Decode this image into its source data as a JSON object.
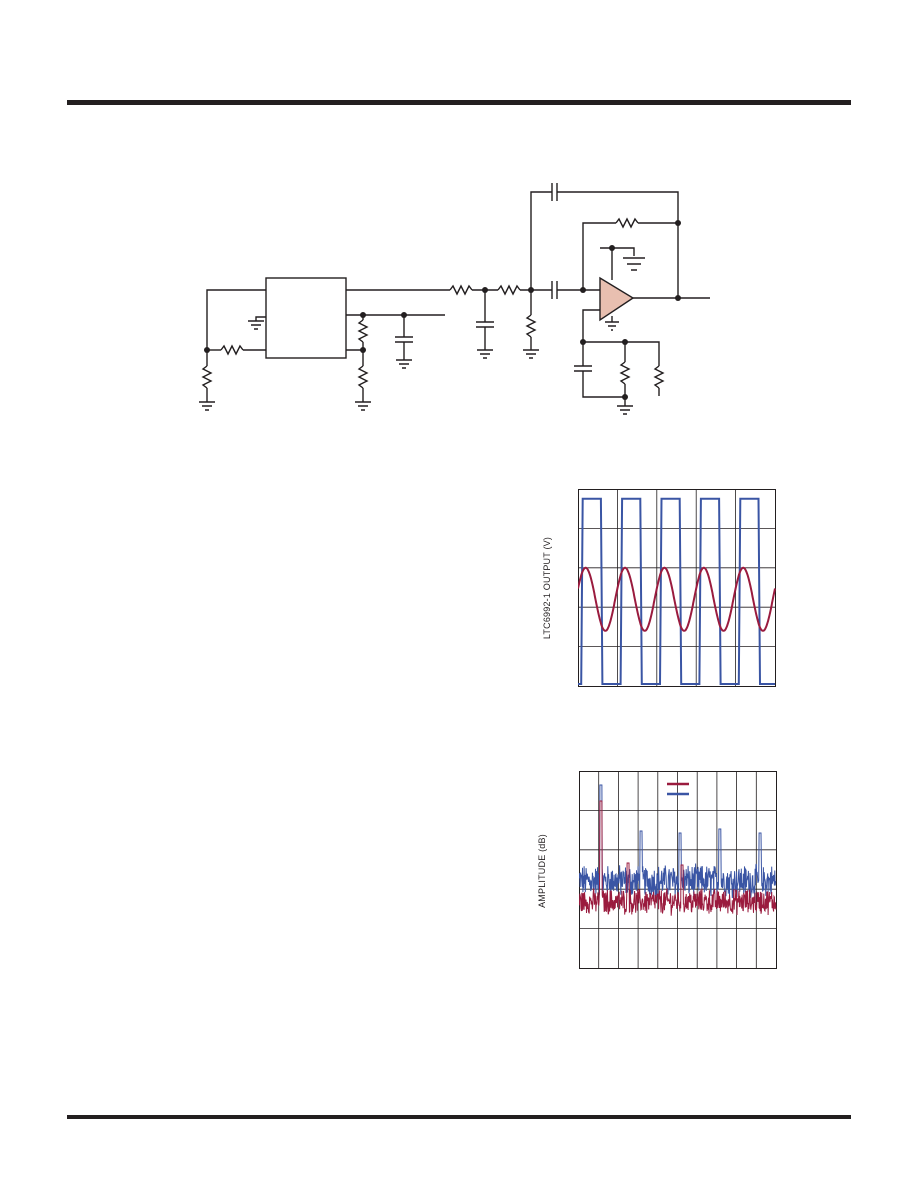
{
  "figure_scope": {
    "ylabel": "LTC6992-1 OUTPUT (V)",
    "colors": {
      "square": "#3a55a4",
      "sine": "#9a1b3e"
    },
    "chart_data": {
      "type": "line",
      "series": [
        {
          "kind": "square wave",
          "periods": 5,
          "low_division": 0.05,
          "high_division": 4.75
        },
        {
          "kind": "sine wave",
          "periods": 5,
          "center_division": 2.2,
          "amplitude_divisions": 0.8
        }
      ],
      "grid": true
    }
  },
  "figure_fft": {
    "ylabel": "AMPLITUDE (dB)",
    "colors": {
      "red": "#9a1b3e",
      "blue": "#3a55a4"
    },
    "chart_data": {
      "type": "line",
      "series": [
        {
          "kind": "spectrum",
          "color": "red",
          "floor_division": 1.6
        },
        {
          "kind": "spectrum",
          "color": "blue",
          "floor_division": 2.1
        }
      ],
      "grid": true
    }
  },
  "schematic": {
    "colors": {
      "opamp_fill": "#e8bfb0",
      "wire": "#231f20"
    }
  }
}
